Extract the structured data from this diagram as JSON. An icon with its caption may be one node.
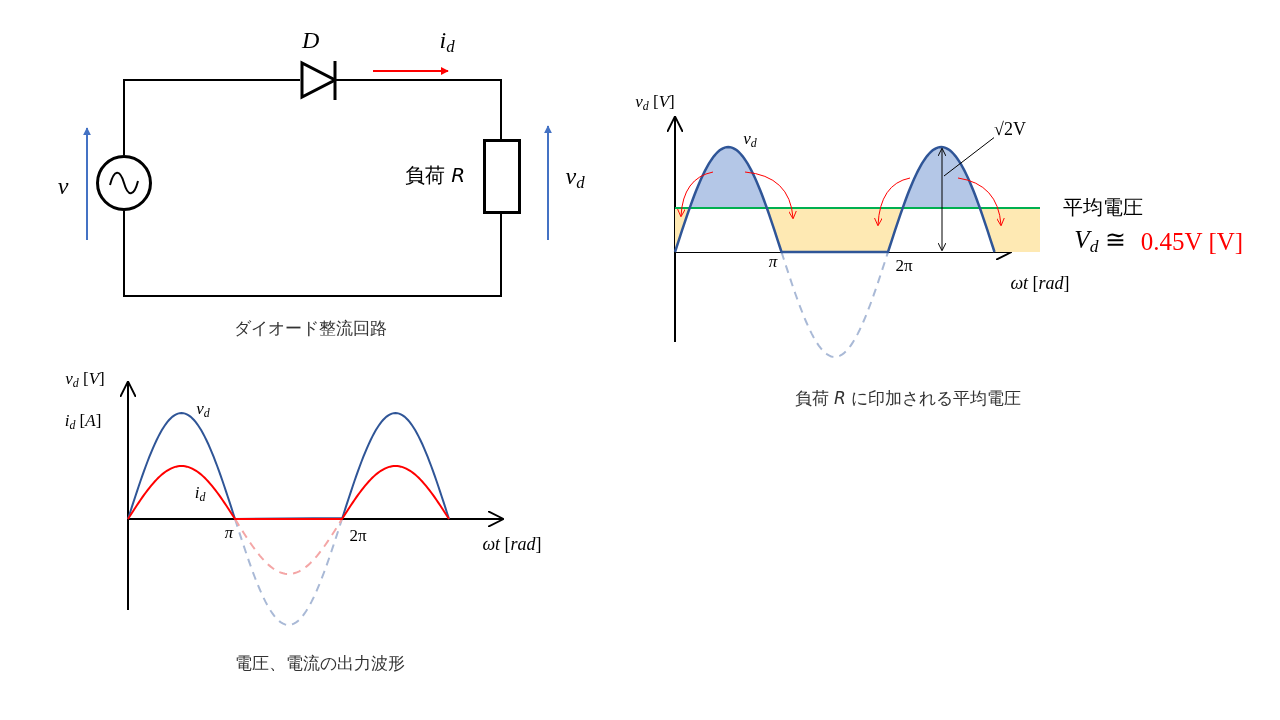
{
  "diagram": {
    "nodes": [
      {
        "text": [],
        "shape": "circle"
      },
      {
        "text": [
          "D"
        ]
      },
      {
        "text": [],
        "shape": "box",
        "beside": [
          "負荷 *R*"
        ]
      },
      {
        "text": [
          "√2V"
        ]
      }
    ],
    "edges": [
      {
        "from": 0,
        "to": 1,
        "arrow": "none"
      },
      {
        "from": 1,
        "to": 2,
        "arrow": "none"
      },
      {
        "from": 2,
        "to": 0,
        "arrow": "none"
      },
      {
        "from": 3,
        "to": null,
        "arrow": "none"
      }
    ],
    "labels": [
      "*i*$_{d}$",
      "v",
      "*v*$_{d}$",
      "ダイオード整流回路",
      "*v*$_{d}$ [*V*]",
      "*v*$_{d}$",
      "平均電圧",
      "*V*$_{d}$ ≅",
      "0.45V [V]",
      "π",
      "2π",
      "*ωt* [*rad*]",
      "負荷 *R* に印加される平均電圧",
      "*v*$_{d}$ [*V*]",
      "*i*$_{d}$ [*A*]",
      "*v*$_{d}$",
      "*i*$_{d}$",
      "π",
      "2π",
      "*ωt* [*rad*]",
      "電圧、電流の出力波形"
    ]
  }
}
